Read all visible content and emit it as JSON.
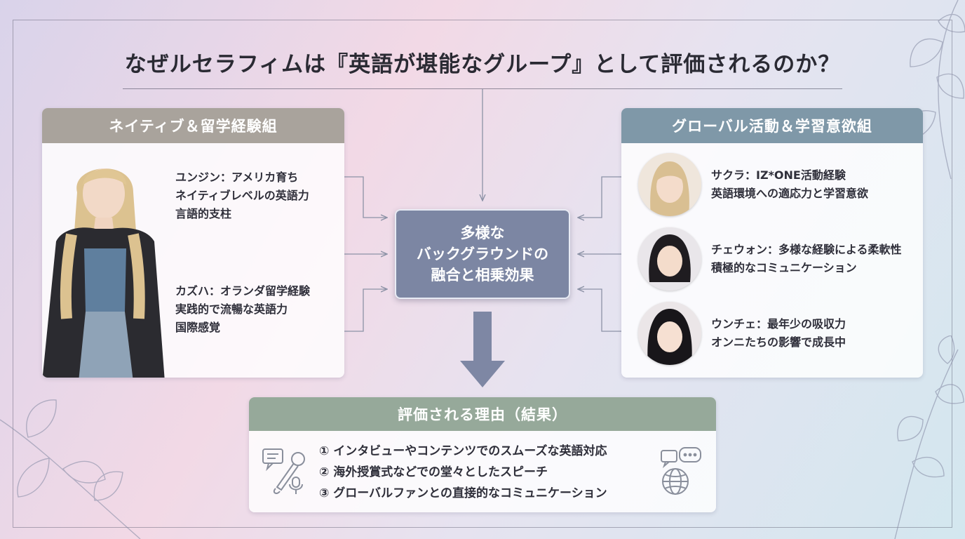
{
  "title": "なぜルセラフィムは『英語が堪能なグループ』として評価されるのか？",
  "left_group": {
    "header": "ネイティブ＆留学経験組",
    "members": [
      {
        "lines": [
          "ユンジン：アメリカ育ち",
          "ネイティブレベルの英語力",
          "言語的支柱"
        ]
      },
      {
        "lines": [
          "カズハ：オランダ留学経験",
          "実践的で流暢な英語力",
          "国際感覚"
        ]
      }
    ]
  },
  "right_group": {
    "header": "グローバル活動＆学習意欲組",
    "members": [
      {
        "lines": [
          "サクラ：IZ*ONE活動経験",
          "英語環境への適応力と学習意欲"
        ]
      },
      {
        "lines": [
          "チェウォン：多様な経験による柔軟性",
          "積極的なコミュニケーション"
        ]
      },
      {
        "lines": [
          "ウンチェ：最年少の吸収力",
          "オンニたちの影響で成長中"
        ]
      }
    ]
  },
  "center": {
    "lines": [
      "多様な",
      "バックグラウンドの",
      "融合と相乗効果"
    ]
  },
  "result": {
    "header": "評価される理由（結果）",
    "items": [
      "① インタビューやコンテンツでのスムーズな英語対応",
      "② 海外授賞式などでの堂々としたスピーチ",
      "③ グローバルファンとの直接的なコミュニケーション"
    ]
  },
  "colors": {
    "left_header": "#a9a39c",
    "right_header": "#7f98a8",
    "result_header": "#96a99a",
    "center_box": "#7c86a3",
    "arrow": "#7e87a4"
  }
}
